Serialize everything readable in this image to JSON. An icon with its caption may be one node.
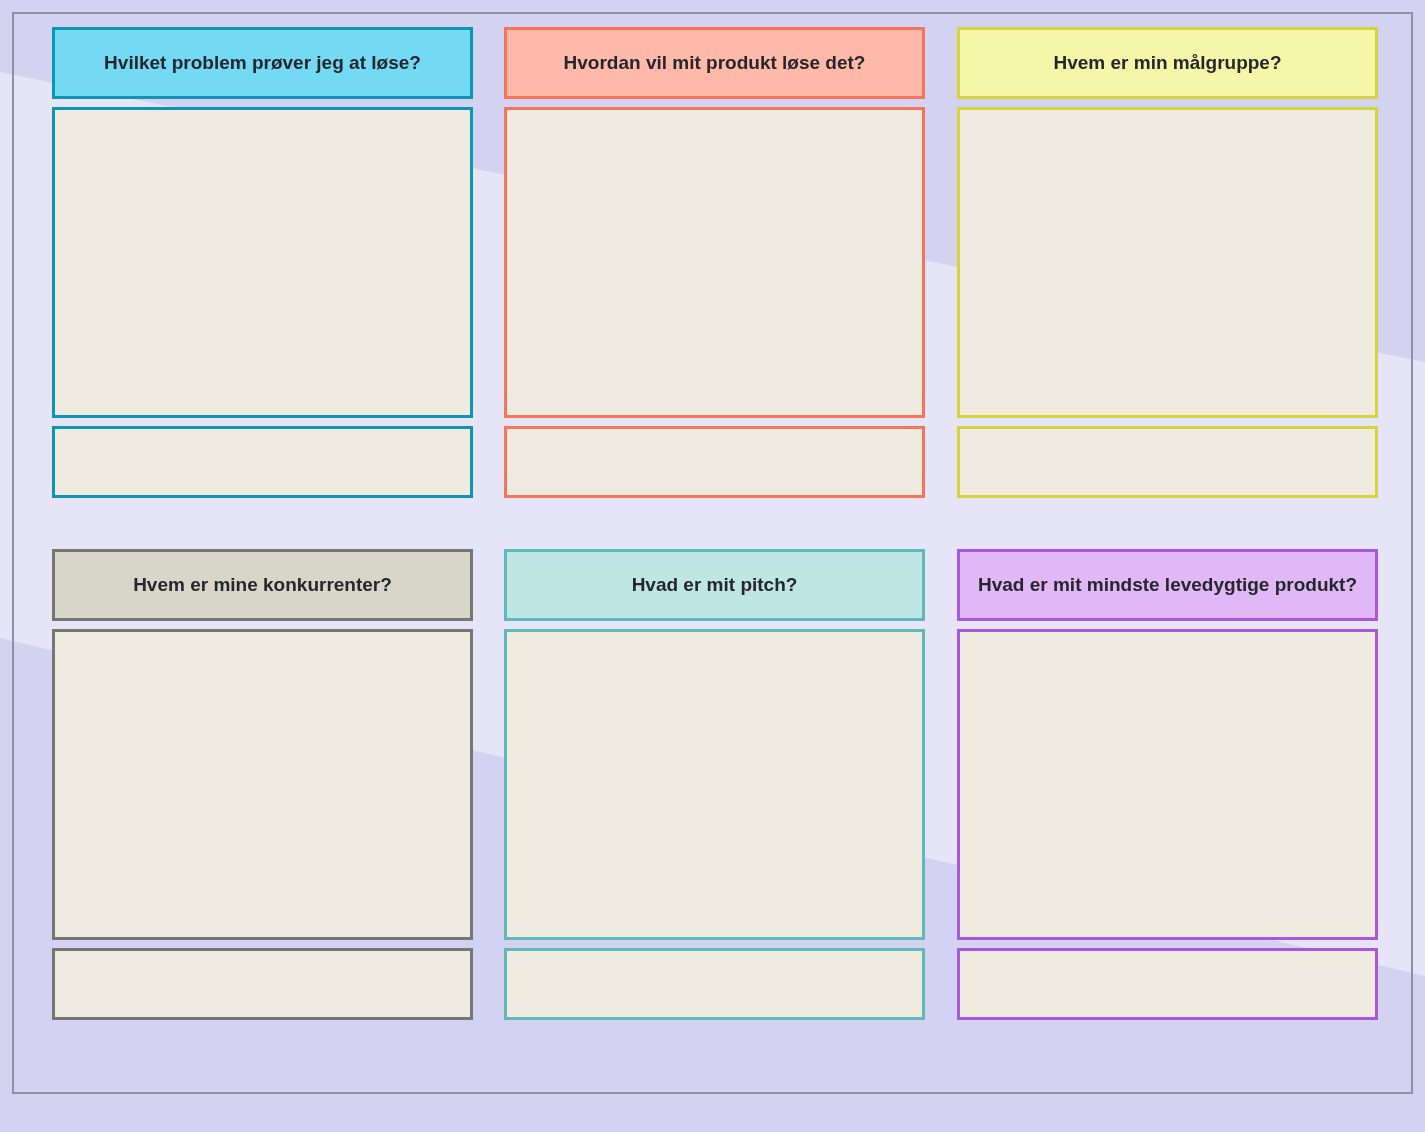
{
  "diagram": {
    "nodes": [
      {
        "text": [
          "Hvilket problem prøver jeg at løse?"
        ]
      },
      {
        "text": [],
        "shape": "box"
      },
      {
        "text": [],
        "shape": "box"
      },
      {
        "text": [
          "Hvordan vil mit produkt løse det?"
        ]
      },
      {
        "text": [],
        "shape": "box"
      },
      {
        "text": [],
        "shape": "box"
      },
      {
        "text": [
          "Hvem er min målgruppe?"
        ]
      },
      {
        "text": [],
        "shape": "box"
      },
      {
        "text": [],
        "shape": "box"
      },
      {
        "text": [
          "Hvem er mine konkurrenter?"
        ]
      },
      {
        "text": [],
        "shape": "box"
      },
      {
        "text": [],
        "shape": "box"
      },
      {
        "text": [
          "Hvad er mit pitch?"
        ]
      },
      {
        "text": [],
        "shape": "box"
      },
      {
        "text": [],
        "shape": "box"
      },
      {
        "text": [
          "Hvad er mit mindste levedygtige produkt?"
        ]
      },
      {
        "text": [],
        "shape": "box"
      },
      {
        "text": [],
        "shape": "box"
      }
    ]
  }
}
